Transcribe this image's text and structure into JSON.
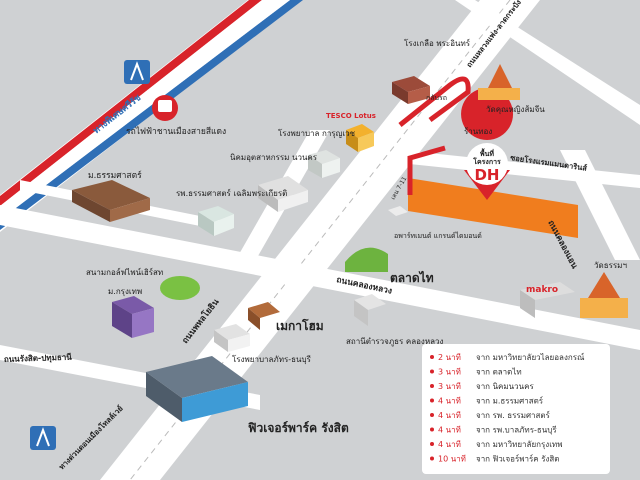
{
  "colors": {
    "background": "#cfd1d3",
    "road": "#ffffff",
    "highway_red": "#d8232a",
    "highway_blue": "#2f6fb6",
    "project": "#f07d1e",
    "pin_red": "#d8232a",
    "text_dark": "#222222",
    "legend_minutes": "#d8232a"
  },
  "labels": {
    "highway_top": "ทางพิเศษศรีรัช",
    "train": "รถไฟฟ้าชานเมืองสายสีแดง",
    "thammasat_uni": "ม.ธรรมศาสตร์",
    "thammasat_hosp": "รพ.ธรรมศาสตร์ เฉลิมพระเกียรติ",
    "industrial": "นิคมอุตสาหกรรม นวนคร",
    "karunvej": "โรงพยาบาล การุญเวช",
    "tesco": "TESCO Lotus",
    "saltworks": "โรงเกลือ พระอินทร์",
    "rangsit_road": "ถนนพหลโยธิน",
    "khlong_luang_road": "ถนนคลองหลวง",
    "temple_top": "วัดคุณหญิงส้มจีน",
    "rantong": "ร้านทอง",
    "pin_line1": "พื้นที่",
    "pin_line2": "โครงการ",
    "pin_brand": "DH",
    "hotel_road": "ซอยโรงแรมแมนดารินส์",
    "khlong_haeng_road": "ถนนคลองแอน",
    "apartment": "อพาร์ทเมนต์ แกรนด์ไดมอนด์",
    "talad_thai": "ตลาดไท",
    "golf": "สนามกอล์ฟไพน์เฮิร์สท",
    "bangkok_uni": "ม.กรุงเทพ",
    "mega_home": "เมกาโฮม",
    "bhattara_hosp": "โรงพยาบาลภัทร-ธนบุรี",
    "police": "สถานีตำรวจภูธร คลองหลวง",
    "makro": "makro",
    "temple_right": "วัดธรรมฯ",
    "rangsit_pathum": "ถนนรังสิต-ปทุมธานี",
    "future_park": "ฟิวเจอร์พาร์ค รังสิต",
    "highway_bottom": "ทางด่วนดอนเมืองโทลล์เวย์",
    "kaew_road": "ถนนหลวงแพ่ง-ลาดกระบัง",
    "lane_road": "กลับรถ",
    "small_road": "เลน 7-11"
  },
  "icons": {
    "highway_shield": "highway-shield-icon",
    "train": "train-icon",
    "pin": "map-pin-icon",
    "u_turn": "u-turn-arrow-icon"
  },
  "legend": [
    {
      "minutes": "2 นาที",
      "text": "จาก มหาวิทยาลัยวไลยอลงกรณ์"
    },
    {
      "minutes": "3 นาที",
      "text": "จาก ตลาดไท"
    },
    {
      "minutes": "3 นาที",
      "text": "จาก นิคมนวนคร"
    },
    {
      "minutes": "4 นาที",
      "text": "จาก ม.ธรรมศาสตร์"
    },
    {
      "minutes": "4 นาที",
      "text": "จาก รพ. ธรรมศาสตร์"
    },
    {
      "minutes": "4 นาที",
      "text": "จาก รพ.บาลภัทร-ธนบุรี"
    },
    {
      "minutes": "4 นาที",
      "text": "จาก มหาวิทยาลัยกรุงเทพ"
    },
    {
      "minutes": "10 นาที",
      "text": "จาก ฟิวเจอร์พาร์ค รังสิต"
    }
  ]
}
